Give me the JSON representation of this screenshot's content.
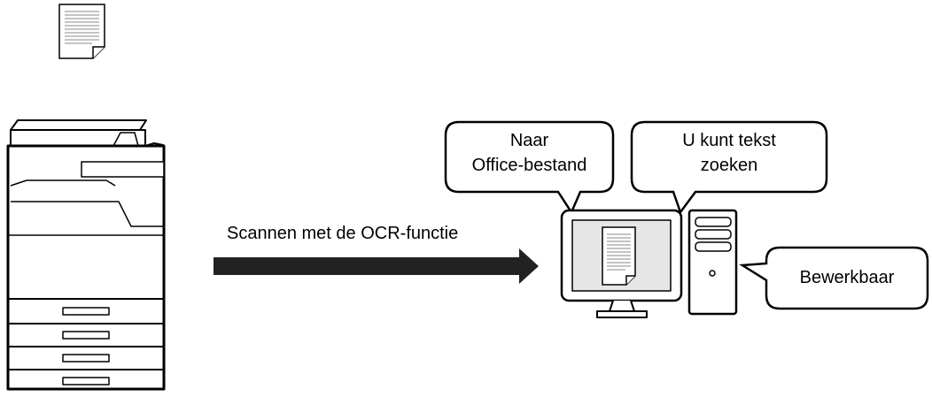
{
  "diagram": {
    "arrow_label": "Scannen met de OCR-functie",
    "bubbles": {
      "office": {
        "line1": "Naar",
        "line2": "Office-bestand"
      },
      "search": {
        "line1": "U kunt tekst",
        "line2": "zoeken"
      },
      "edit": {
        "text": "Bewerkbaar"
      }
    },
    "icons": {
      "source_document": "document-icon",
      "copier": "multifunction-printer-icon",
      "monitor": "monitor-icon",
      "screen_document": "document-icon",
      "tower": "pc-tower-icon"
    },
    "colors": {
      "stroke": "#000000",
      "arrow": "#222222",
      "monitor_screen": "#e6e6e6"
    }
  }
}
